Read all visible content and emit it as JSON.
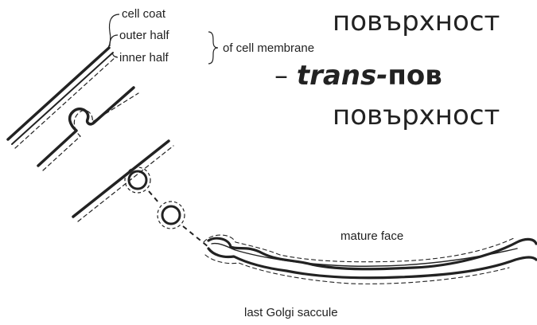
{
  "slide_text": {
    "line1": "повърхност",
    "bullet": "–",
    "line2_italic": "trans-",
    "line2_bold": "пов",
    "line3": "повърхност"
  },
  "diagram": {
    "labels": {
      "cell_coat": "cell coat",
      "outer_half": "outer half",
      "inner_half": "inner half",
      "brace_label": "of cell membrane",
      "mature_face": "mature face",
      "last_saccule": "last Golgi saccule"
    }
  }
}
